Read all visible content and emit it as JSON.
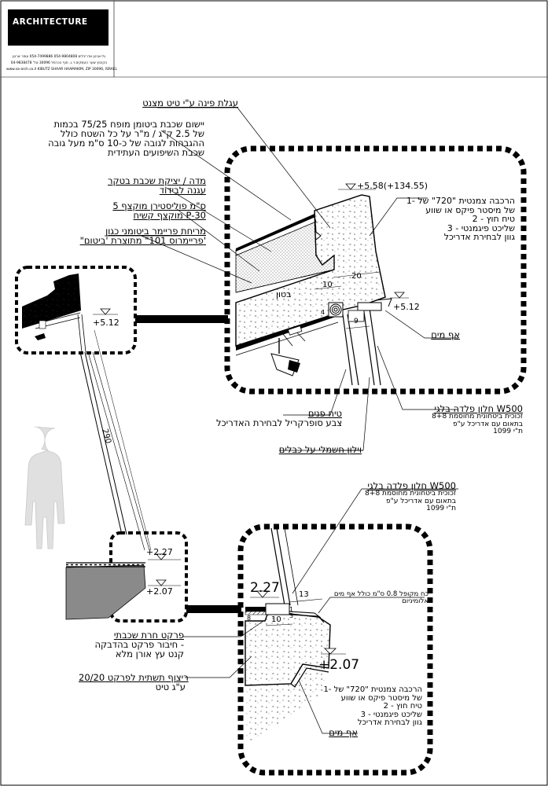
{
  "title_block": {
    "logo_text": "ARCHITECTURE",
    "line1": "גל-ארנון אדריכלים   054-9804808   054-7499886   עופר ארנון",
    "line2": "הקיבוץ שער העמקים   ד.נ. חוף הכרמל 30096   טל' 04-9838478",
    "line3": "www.sa-arch.co.il   KIBUTZ SHAAR HAAMAKIM, ZIP 30096, ISRAEL"
  },
  "labels": {
    "corner_flashing": "עגלת פינה ע\"י טיט מצנט",
    "leveling_1": "יישום שכבת ביטומן מופח 75/25 בכמות",
    "leveling_2": "של 2.5 ק\"ג / מ\"ר על כל השטח כולל",
    "leveling_3": "ההגבהות לגובה של כ-10 ס\"מ מעל גובה",
    "leveling_4": "שכבת השיפועים העתידית",
    "slope_1": "מדה / יציקת שכבת בטקר",
    "slope_2": "עגנה לבידוד",
    "insulation_1": "5 ס\"מ פוליסטירן מוקצף",
    "insulation_2": "מוקצף קשיח P-30",
    "primer_1": "מריחת פריימר ביטומני כגון",
    "primer_2": "\"פריימרוס 101\" מתוצרת 'ביטום'",
    "parapet_1": "1- הרכבה צמנטית \"720\" של",
    "parapet_2": "של מיסטר פיקס או שווע",
    "parapet_3": "2 - טיח חוץ",
    "parapet_4": "3 - שליכט פיגמנטי",
    "parapet_5": "גוון לבחירת אדריכל",
    "concrete": "בטון",
    "drip_top": "אף מים",
    "plaster_1": "טיח פנים",
    "plaster_2": "צבע סופרקריל לבחירת האדריכל",
    "curtain": "וילון חשמלי על כבלים",
    "window_top_1": "חלון פלדה בלגי W500",
    "window_top_2": "זכוכית ביטחונית מחוסמת 8+8",
    "window_top_3": "בתאום עם אדריכל ע\"פ",
    "window_top_4": "ת\"י 1099",
    "window_bot_1": "חלון פלדה בלגי W500",
    "window_bot_2": "זכוכית ביטחונית מחוסמת 8+8",
    "window_bot_3": "בתאום עם אדריכל ע\"פ",
    "window_bot_4": "ת\"י 1099",
    "drip_sill_1": "כח מקופל 0.8 ס\"מ כולל אף מים",
    "drip_sill_2": "אלומיניום",
    "parquet_1": "פרקט חרת שכבתי",
    "parquet_2": "חיבור פרקט בהדבקה -",
    "parquet_3": "קנט עץ אורן מלא",
    "tile_1": "ריצוף תשתית לפרקט 20/20",
    "tile_2": "ע\"ג טיט",
    "sill_1": "1- הרכבה צמנטית \"720\" של",
    "sill_2": "של מיסטר פיקס או שווע",
    "sill_3": "2 - טיח חוץ",
    "sill_4": "3 - שליכט פיגמנטי",
    "sill_5": "גוון לבחירת אדריכל",
    "drip_bot": "אף מים"
  },
  "dims": {
    "top_level": "+5.58(+134.55)",
    "top_512_big": "+5.12",
    "top_512_small": "+5.12",
    "d20": "20",
    "d10": "10",
    "d4": "4",
    "d9": "9",
    "height_290": "290",
    "lvl_227_small": "+2.27",
    "lvl_207_small": "+2.07",
    "lvl_227_big": "2.27",
    "lvl_207_big": "+2.07",
    "d13": "13",
    "d10b": "10",
    "d1": "1",
    "d3": "3",
    "d8": "8"
  }
}
